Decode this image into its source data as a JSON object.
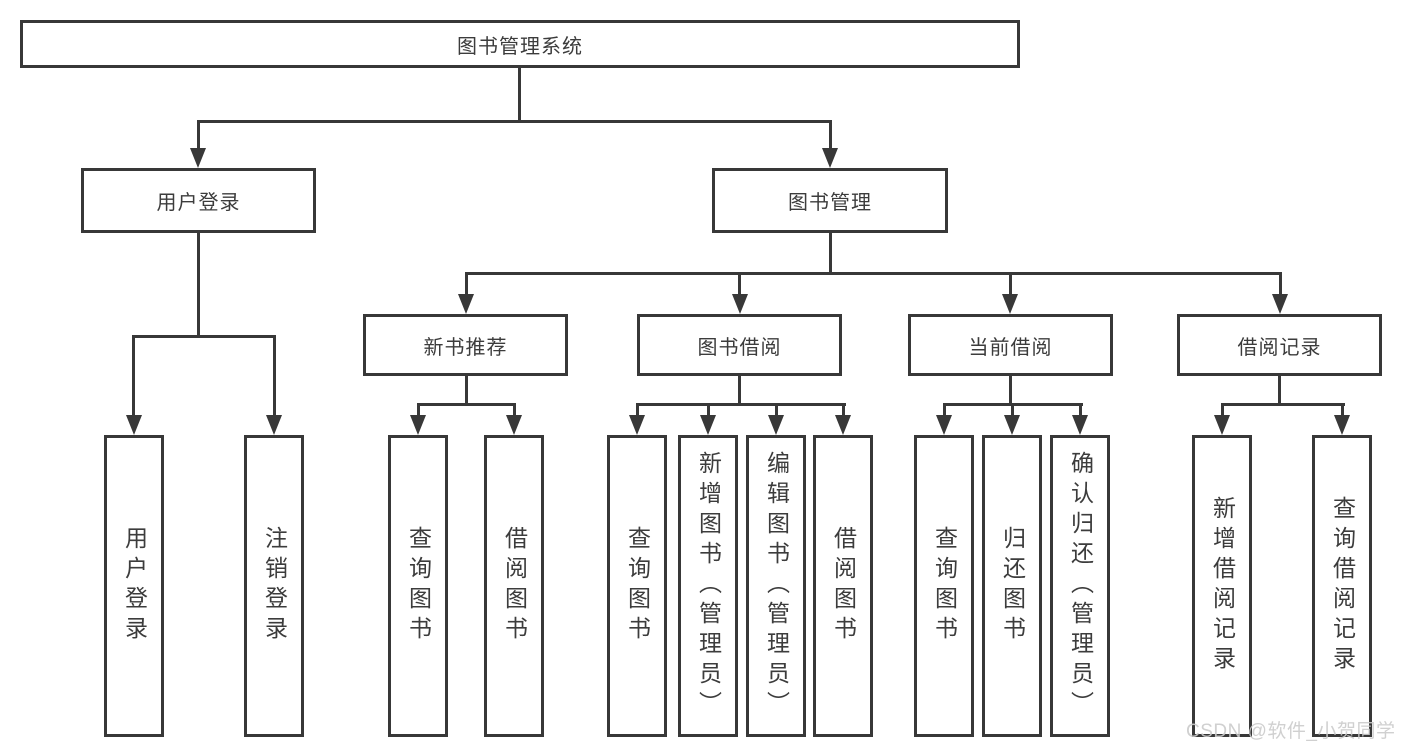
{
  "diagram_title": "图书管理系统",
  "nodes": {
    "root": "图书管理系统",
    "level2": [
      "用户登录",
      "图书管理"
    ],
    "level3": [
      "新书推荐",
      "图书借阅",
      "当前借阅",
      "借阅记录"
    ],
    "leaves": {
      "user_login": [
        "用户登录",
        "注销登录"
      ],
      "new_book_recommend": [
        "查询图书",
        "借阅图书"
      ],
      "book_borrow": [
        "查询图书",
        "新增图书（管理员）",
        "编辑图书（管理员）",
        "借阅图书"
      ],
      "current_borrow": [
        "查询图书",
        "归还图书",
        "确认归还（管理员）"
      ],
      "borrow_records": [
        "新增借阅记录",
        "查询借阅记录"
      ]
    }
  },
  "hierarchy": {
    "图书管理系统": [
      "用户登录",
      "图书管理"
    ],
    "用户登录": [
      "用户登录",
      "注销登录"
    ],
    "图书管理": [
      "新书推荐",
      "图书借阅",
      "当前借阅",
      "借阅记录"
    ],
    "新书推荐": [
      "查询图书",
      "借阅图书"
    ],
    "图书借阅": [
      "查询图书",
      "新增图书（管理员）",
      "编辑图书（管理员）",
      "借阅图书"
    ],
    "当前借阅": [
      "查询图书",
      "归还图书",
      "确认归还（管理员）"
    ],
    "借阅记录": [
      "新增借阅记录",
      "查询借阅记录"
    ]
  },
  "watermark": "CSDN @软件_小贺同学",
  "colors": {
    "line": "#383838",
    "box_background": "#ffffff",
    "text": "#3c3c3c",
    "watermark": "#cbcbcb",
    "page_background": "#ffffff"
  }
}
